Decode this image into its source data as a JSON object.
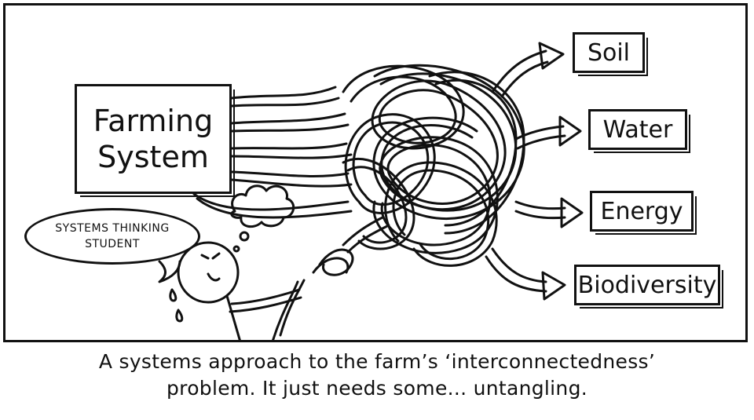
{
  "boxes": {
    "source": "Farming System",
    "outputs": [
      "Soil",
      "Water",
      "Energy",
      "Biodiversity"
    ]
  },
  "speech_bubble": "SYSTEMS THINKING STUDENT",
  "caption": {
    "line1": "A systems approach to the farm’s ‘interconnectedness’",
    "line2": "problem. It just needs some... untangling."
  },
  "colors": {
    "ink": "#111111",
    "paper": "#ffffff"
  }
}
